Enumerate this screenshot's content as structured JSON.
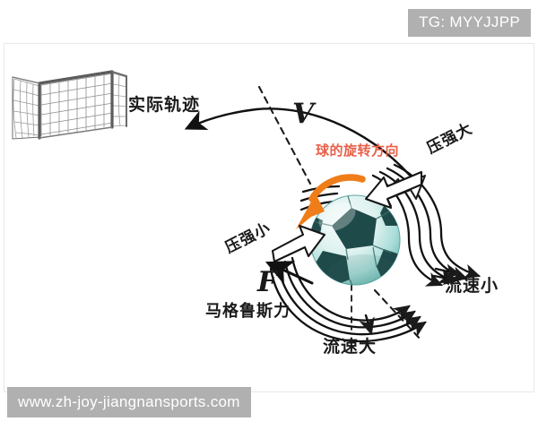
{
  "watermarks": {
    "top_badge": "TG: MYYJJPP",
    "bottom_badge": "www.zh-joy-jiangnansports.com",
    "badge_bg_color": "#b0b0b0",
    "badge_text_color": "#ffffff"
  },
  "diagram": {
    "title_implied": "Magnus effect on a spinning soccer ball",
    "background_color": "#ffffff",
    "labels": {
      "actual_trajectory": "实际轨迹",
      "spin_direction": "球的旋转方向",
      "velocity_vector": "V",
      "magnus_force_vector": "F",
      "magnus_force_name": "马格鲁斯力",
      "pressure_high": "压强大",
      "pressure_low": "压强小",
      "flow_speed_low": "流速小",
      "flow_speed_high": "流速大"
    },
    "colors": {
      "ink": "#1a1a1a",
      "spin_arrow": "#ef7d1a",
      "spin_label": "#e8604a",
      "ball_light": "#e8f6f5",
      "ball_mid": "#8fcfcb",
      "ball_dark": "#1f4a4a",
      "goal_frame": "#6e6e6e",
      "net": "#8a8a8a",
      "frame_border": "#e9e9e9"
    },
    "elements": {
      "goal": "soccer-goal-net",
      "ball": "spinning-soccer-ball",
      "curved_path": "actual-curved-trajectory",
      "dashed_path": "straight-reference-line",
      "streamlines_top": "airflow-streamlines-over-ball",
      "streamlines_bottom": "airflow-streamlines-under-ball",
      "block_arrow_upper": "pressure-arrow-pointing-down-left",
      "block_arrow_lower": "pressure-arrow-pointing-up-right",
      "spin_arrow": "orange-rotation-arrow"
    }
  }
}
